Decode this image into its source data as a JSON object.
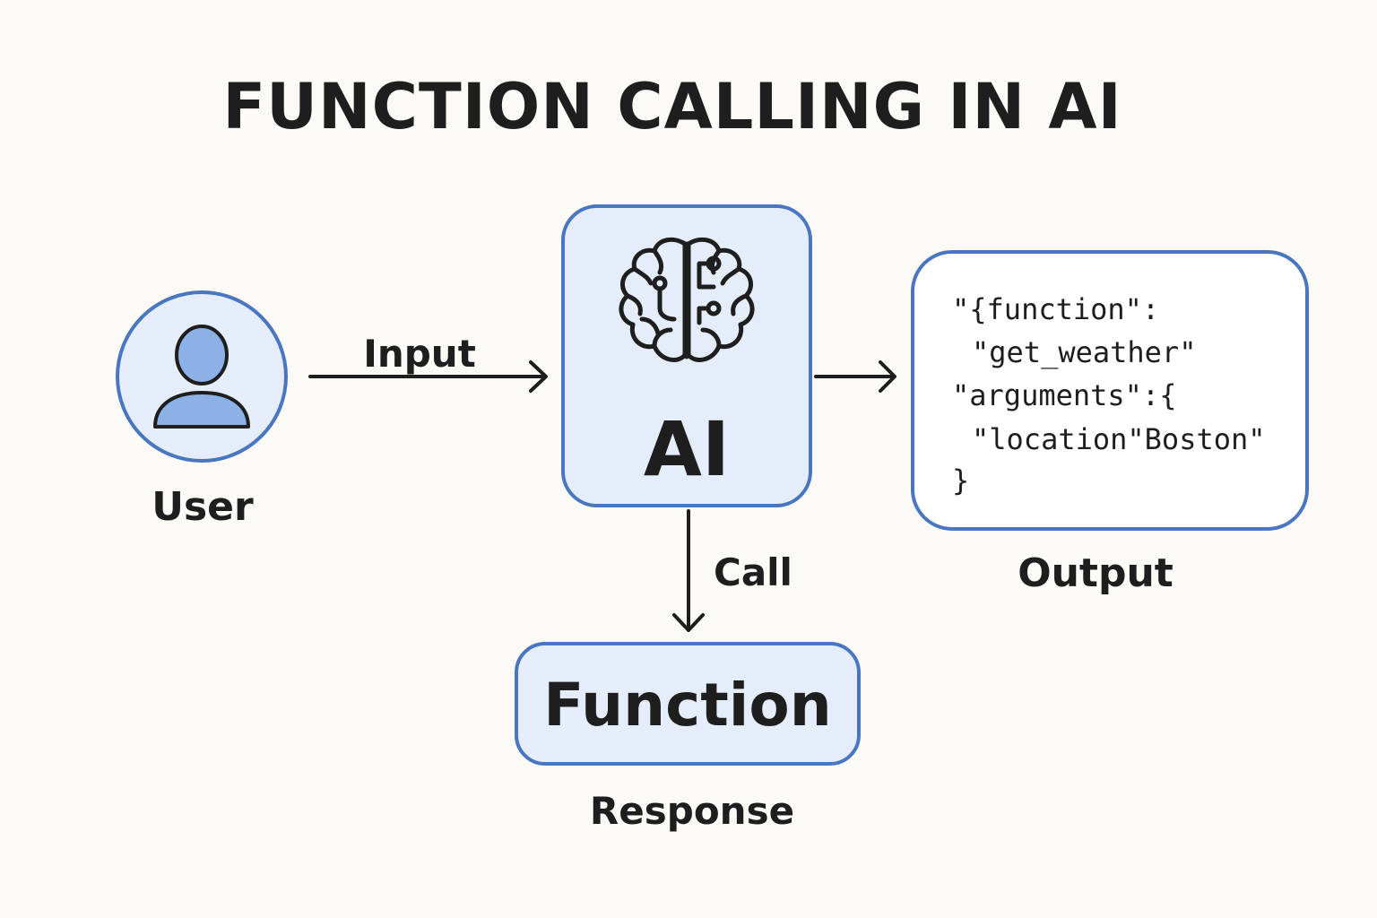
{
  "title": "FUNCTION CALLING IN AI",
  "user": {
    "label": "User",
    "icon": "user-icon"
  },
  "ai": {
    "label": "AI",
    "icon": "brain-circuit-icon"
  },
  "edges": {
    "input": "Input",
    "call": "Call"
  },
  "output": {
    "label": "Output",
    "code_lines": [
      "\"{function\":",
      "\"get_weather\"",
      "\"arguments\":{",
      "\"location\"Boston\"",
      "}"
    ]
  },
  "function_node": {
    "label": "Function",
    "caption": "Response"
  },
  "colors": {
    "background": "#fbfaf7",
    "node_fill": "#e4edf9",
    "node_border": "#4a76bf",
    "icon_fill": "#8bb1e6",
    "text": "#1e1e1e"
  }
}
